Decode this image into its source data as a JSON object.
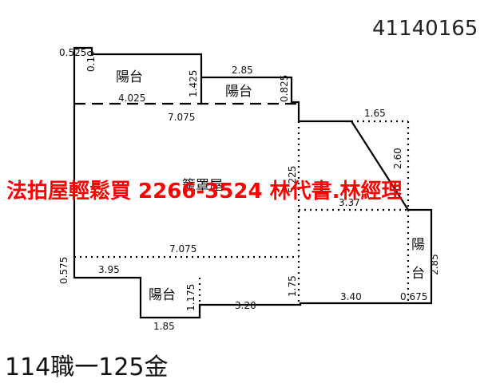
{
  "header": {
    "case_id": "41140165"
  },
  "footer": {
    "survey_ref": "114職一125金"
  },
  "overlay": {
    "advert": "法拍屋輕鬆買  2266-3524  林代書.林經理"
  },
  "rooms": {
    "main_hall": "籠罩屋",
    "balcony_top_left": "陽台",
    "balcony_top_mid": "陽台",
    "balcony_bottom": "陽台",
    "balcony_right_top": "陽",
    "balcony_right_bottom": "台"
  },
  "dimensions": {
    "d_0525": "0.525",
    "d_010": "0.10",
    "d_4025": "4.025",
    "d_1425": "1.425",
    "d_285a": "2.85",
    "d_0825": "0.825",
    "d_7075a": "7.075",
    "d_165": "1.65",
    "d_260": "2.60",
    "d_5225": "5.225",
    "d_337": "3.37",
    "d_7075b": "7.075",
    "d_0575": "0.575",
    "d_395": "3.95",
    "d_1175": "1.175",
    "d_175": "1.75",
    "d_320": "3.20",
    "d_340": "3.40",
    "d_0675": "0.675",
    "d_285b": "2.85",
    "d_185": "1.85"
  }
}
